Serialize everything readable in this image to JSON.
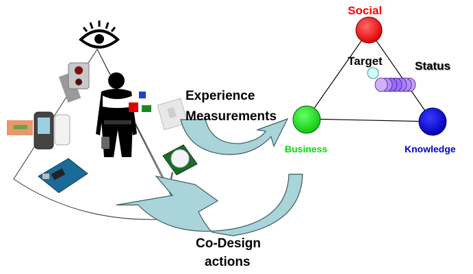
{
  "labels": {
    "social": "Social",
    "target": "Target",
    "status": "Status",
    "business": "Business",
    "knowledge": "Knowledge",
    "experience_line1": "Experience",
    "experience_line2": "Measurements",
    "codesign_line1": "Co-Design",
    "codesign_line2": "actions"
  },
  "colors": {
    "social": "#ff0000",
    "business": "#00dd00",
    "knowledge": "#0000cc",
    "target": "#ccffff",
    "status": "#9966ff",
    "arrow_fill": "#a9d4d9",
    "arrow_stroke": "#3a5a5a"
  },
  "icons": [
    "eye-icon",
    "person-icon",
    "sensor-device-icon",
    "arduino-board-icon",
    "mobile-phone-icon",
    "rfid-card-icon",
    "pir-sensor-icon",
    "wall-switch-icon"
  ]
}
